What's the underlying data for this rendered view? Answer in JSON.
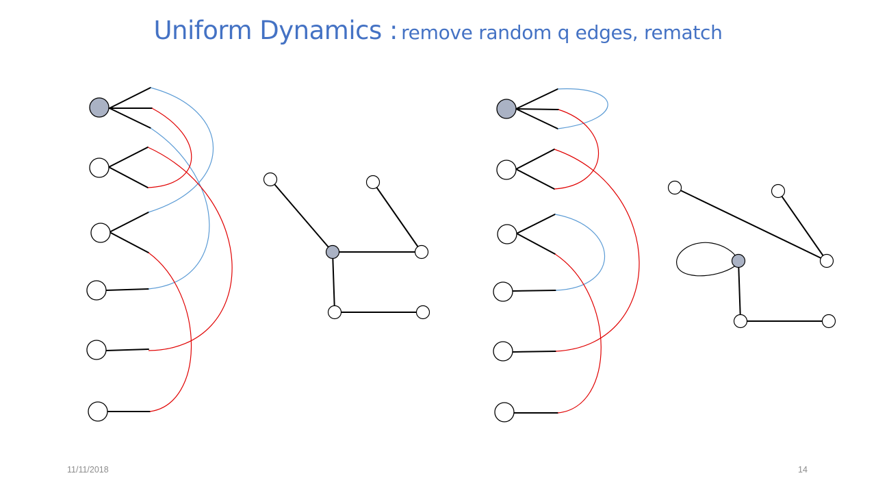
{
  "slide": {
    "title_main": "Uniform Dynamics :",
    "title_sub": "remove random q edges, rematch",
    "date": "11/11/2018",
    "page_number": "14"
  },
  "colors": {
    "title": "#4472c4",
    "stub_edge": "#000000",
    "matched_edge_blue": "#5b9bd5",
    "matched_edge_red": "#e00000",
    "highlight_node_fill": "#aab2c4",
    "footer_text": "#8c8c8c"
  },
  "diagrams": [
    {
      "id": "before",
      "configuration_model": {
        "node_count": 6,
        "highlighted_node": 1,
        "stubs_per_node": [
          3,
          2,
          2,
          1,
          1,
          1
        ],
        "blue_matchings": 2,
        "red_matchings": 3
      },
      "resulting_graph": {
        "node_count": 6,
        "highlighted_node": 1,
        "edge_count": 5,
        "self_loops": 0
      }
    },
    {
      "id": "after",
      "configuration_model": {
        "node_count": 6,
        "highlighted_node": 1,
        "stubs_per_node": [
          3,
          2,
          2,
          1,
          1,
          1
        ],
        "blue_matchings": 2,
        "red_matchings": 3
      },
      "resulting_graph": {
        "node_count": 6,
        "highlighted_node": 1,
        "edge_count": 5,
        "self_loops": 1
      }
    }
  ]
}
